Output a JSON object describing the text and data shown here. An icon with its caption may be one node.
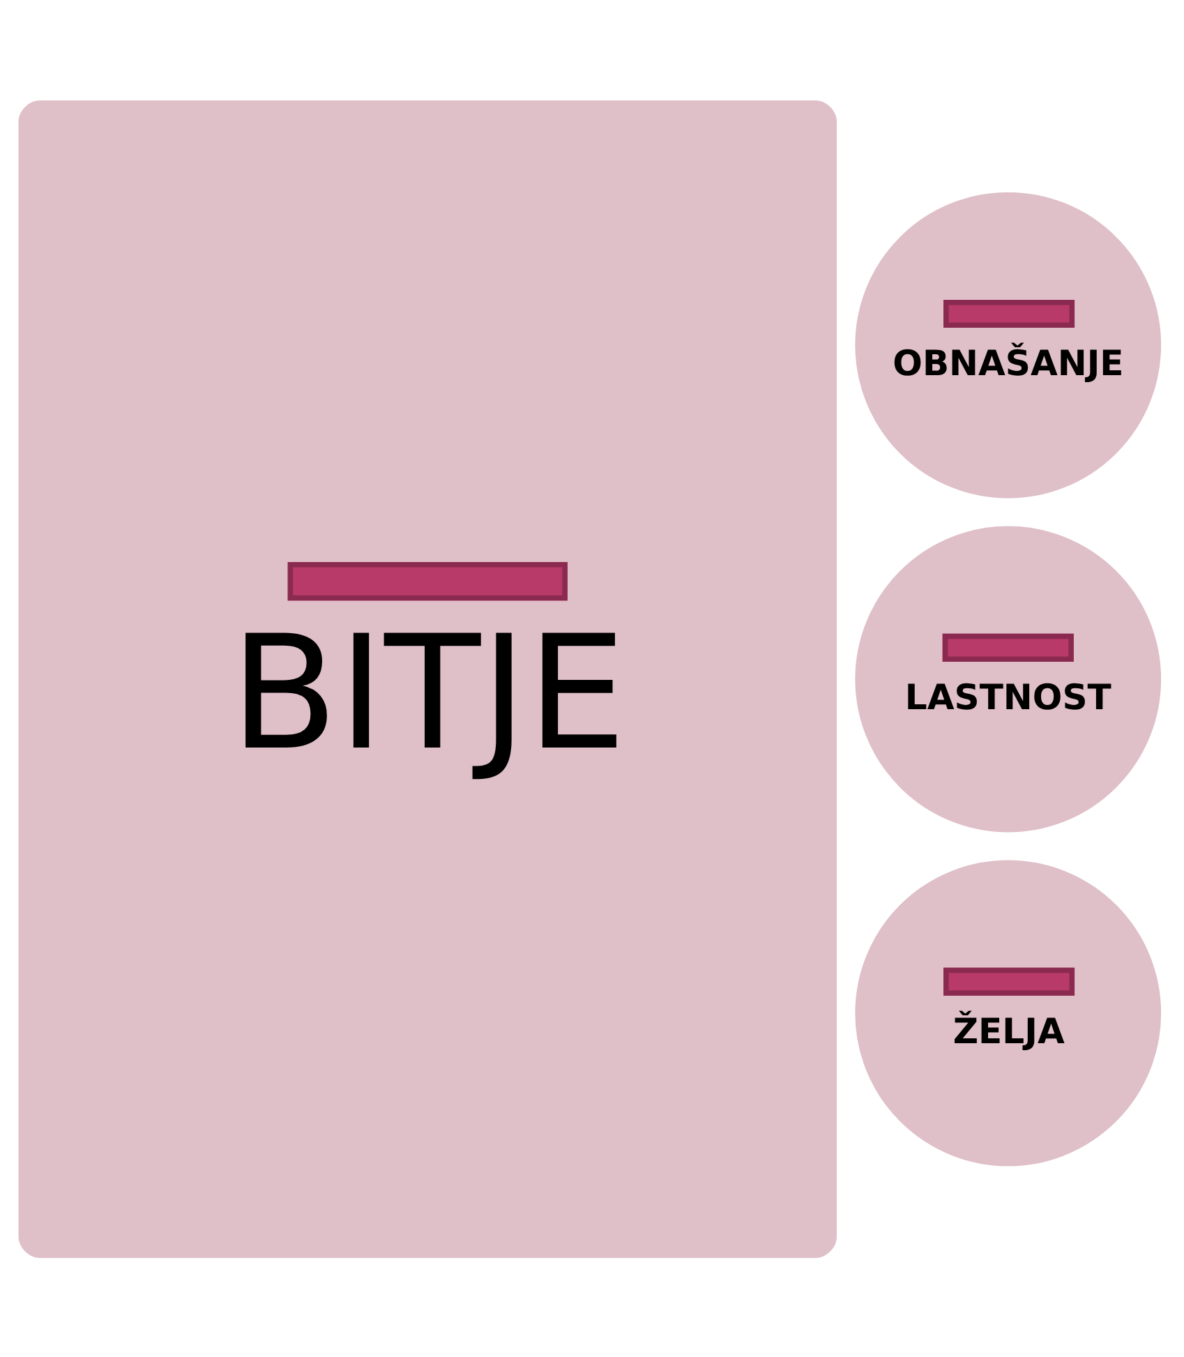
{
  "diagram": {
    "nodes": [
      {
        "text": [
          "BITJE"
        ]
      },
      {
        "text": [
          "OBNAŠANJE"
        ]
      },
      {
        "text": [
          "LASTNOST"
        ]
      },
      {
        "text": [
          "ŽELJA"
        ]
      }
    ]
  }
}
